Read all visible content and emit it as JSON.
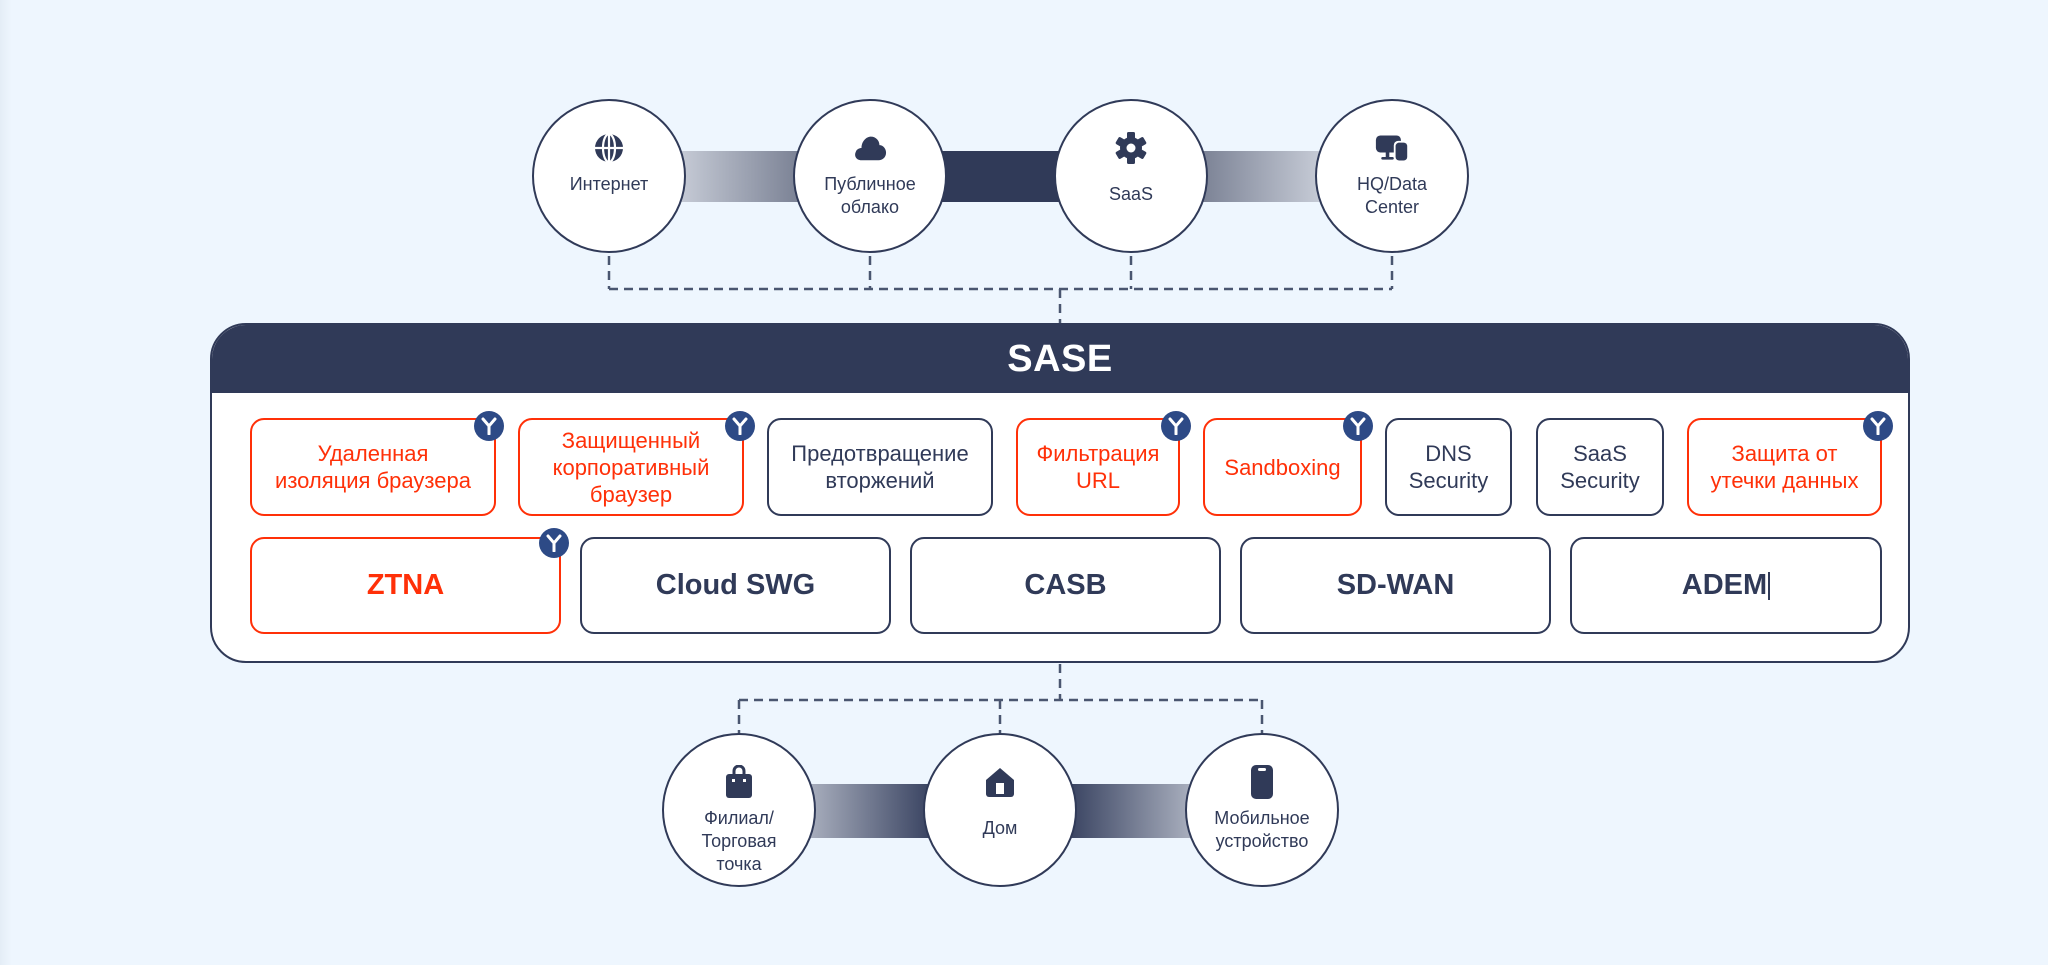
{
  "title": "SASE",
  "colors": {
    "dark": "#303a58",
    "accent_red": "#ff3008",
    "badge": "#2d4a86",
    "background": "#eef6fe"
  },
  "top_nodes": [
    {
      "label": "Интернет",
      "icon": "globe-icon"
    },
    {
      "label": "Публичное\nоблако",
      "icon": "cloud-icon"
    },
    {
      "label": "SaaS",
      "icon": "gear-icon"
    },
    {
      "label": "HQ/Data\nCenter",
      "icon": "desktop-devices-icon"
    }
  ],
  "bottom_nodes": [
    {
      "label": "Филиал/\nТорговая\nточка",
      "icon": "shopping-bag-icon"
    },
    {
      "label": "Дом",
      "icon": "home-icon"
    },
    {
      "label": "Мобильное\nустройство",
      "icon": "mobile-phone-icon"
    }
  ],
  "services_row1": [
    {
      "label": "Удаленная\nизоляция браузера",
      "highlight": true,
      "badge": true
    },
    {
      "label": "Защищенный\nкорпоративный\nбраузер",
      "highlight": true,
      "badge": true
    },
    {
      "label": "Предотвращение\nвторжений",
      "highlight": false,
      "badge": false
    },
    {
      "label": "Фильтрация\nURL",
      "highlight": true,
      "badge": true
    },
    {
      "label": "Sandboxing",
      "highlight": true,
      "badge": true
    },
    {
      "label": "DNS\nSecurity",
      "highlight": false,
      "badge": false
    },
    {
      "label": "SaaS\nSecurity",
      "highlight": false,
      "badge": false
    },
    {
      "label": "Защита от\nутечки данных",
      "highlight": true,
      "badge": true
    }
  ],
  "services_row2": [
    {
      "label": "ZTNA",
      "highlight": true,
      "badge": true
    },
    {
      "label": "Cloud SWG",
      "highlight": false,
      "badge": false
    },
    {
      "label": "CASB",
      "highlight": false,
      "badge": false
    },
    {
      "label": "SD-WAN",
      "highlight": false,
      "badge": false
    },
    {
      "label": "ADEM",
      "highlight": false,
      "badge": false
    }
  ],
  "badge_icon": "yandex-y-icon"
}
